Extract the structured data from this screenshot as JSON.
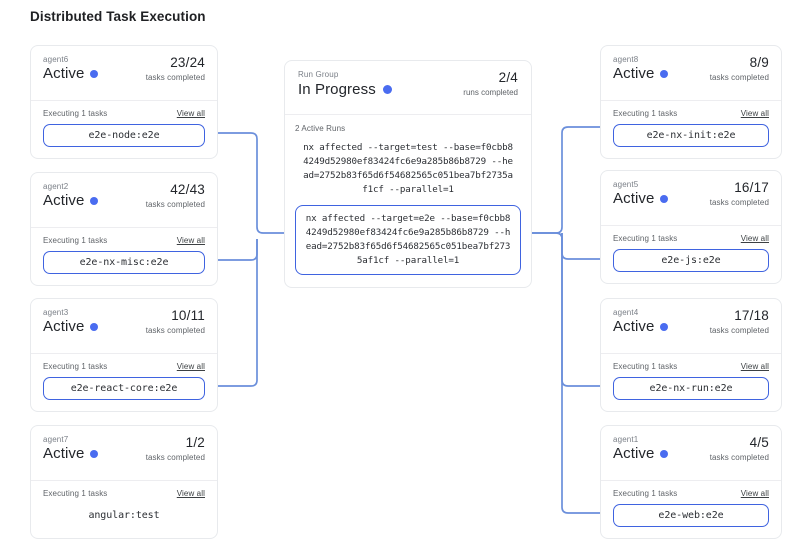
{
  "page": {
    "title": "Distributed Task Execution",
    "accent_color": "#3f63e0",
    "wire_color": "#6b8fdb",
    "status_dot_color": "#4a6cf0"
  },
  "labels": {
    "tasks_completed": "tasks completed",
    "runs_completed": "runs completed",
    "executing": "Executing 1 tasks",
    "view_all": "View all",
    "active_runs": "2 Active Runs"
  },
  "run_group": {
    "label": "Run Group",
    "status": "In Progress",
    "count": "2/4",
    "count_label": "runs completed",
    "active_runs_label": "2 Active Runs",
    "runs": [
      {
        "command": "nx affected --target=test --base=f0cbb84249d52980ef83424fc6e9a285b86b8729 --head=2752b83f65d6f54682565c051bea7bf2735af1cf --parallel=1",
        "selected": false
      },
      {
        "command": "nx affected --target=e2e --base=f0cbb84249d52980ef83424fc6e9a285b86b8729 --head=2752b83f65d6f54682565c051bea7bf2735af1cf --parallel=1",
        "selected": true
      }
    ]
  },
  "left_agents": [
    {
      "name": "agent6",
      "status": "Active",
      "count": "23/24",
      "count_label": "tasks completed",
      "executing": "Executing 1 tasks",
      "view_all": "View all",
      "task": "e2e-node:e2e",
      "connected": true
    },
    {
      "name": "agent2",
      "status": "Active",
      "count": "42/43",
      "count_label": "tasks completed",
      "executing": "Executing 1 tasks",
      "view_all": "View all",
      "task": "e2e-nx-misc:e2e",
      "connected": true
    },
    {
      "name": "agent3",
      "status": "Active",
      "count": "10/11",
      "count_label": "tasks completed",
      "executing": "Executing 1 tasks",
      "view_all": "View all",
      "task": "e2e-react-core:e2e",
      "connected": true
    },
    {
      "name": "agent7",
      "status": "Active",
      "count": "1/2",
      "count_label": "tasks completed",
      "executing": "Executing 1 tasks",
      "view_all": "View all",
      "task": "angular:test",
      "connected": false
    }
  ],
  "right_agents": [
    {
      "name": "agent8",
      "status": "Active",
      "count": "8/9",
      "count_label": "tasks completed",
      "executing": "Executing 1 tasks",
      "view_all": "View all",
      "task": "e2e-nx-init:e2e",
      "connected": true
    },
    {
      "name": "agent5",
      "status": "Active",
      "count": "16/17",
      "count_label": "tasks completed",
      "executing": "Executing 1 tasks",
      "view_all": "View all",
      "task": "e2e-js:e2e",
      "connected": true
    },
    {
      "name": "agent4",
      "status": "Active",
      "count": "17/18",
      "count_label": "tasks completed",
      "executing": "Executing 1 tasks",
      "view_all": "View all",
      "task": "e2e-nx-run:e2e",
      "connected": true
    },
    {
      "name": "agent1",
      "status": "Active",
      "count": "4/5",
      "count_label": "tasks completed",
      "executing": "Executing 1 tasks",
      "view_all": "View all",
      "task": "e2e-web:e2e",
      "connected": true
    }
  ]
}
